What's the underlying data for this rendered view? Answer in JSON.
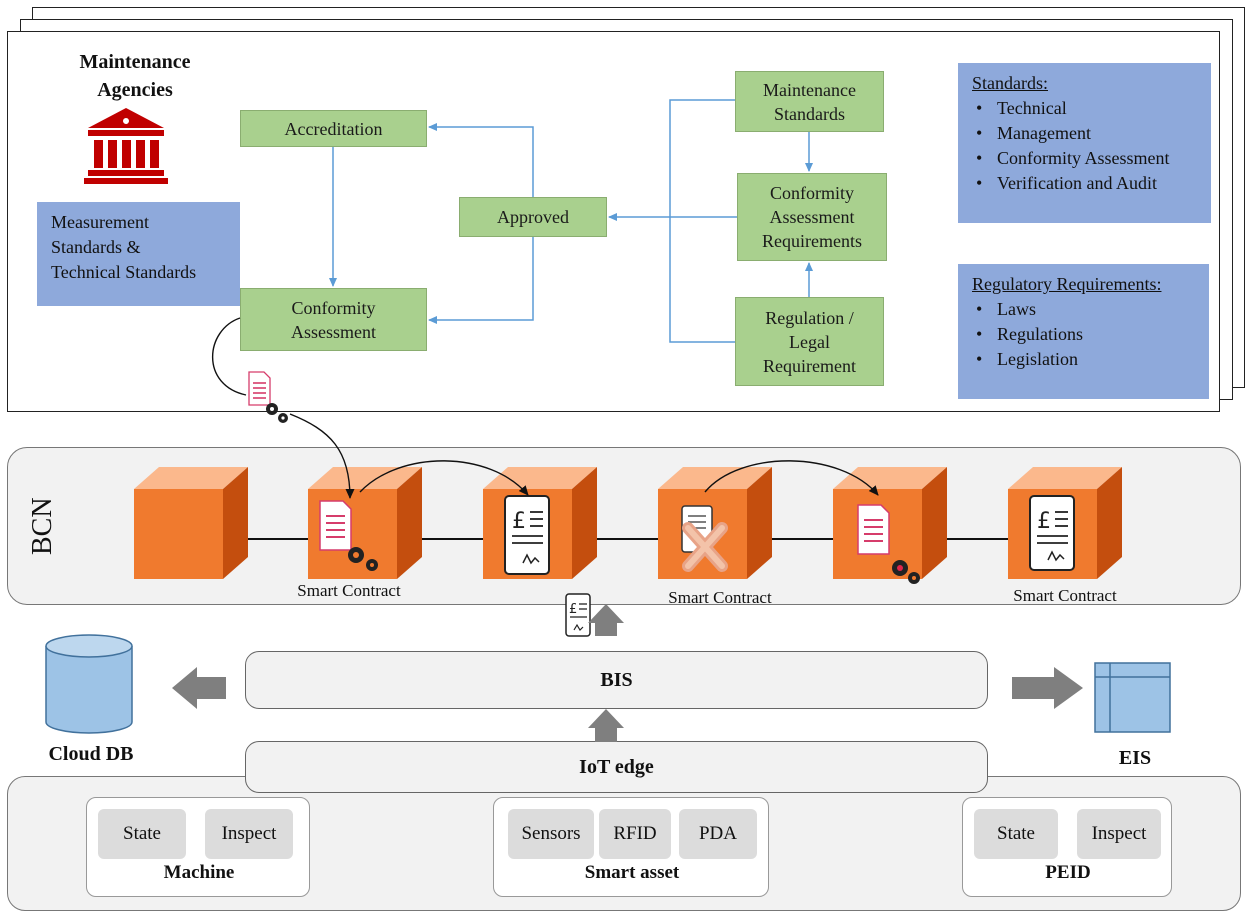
{
  "agency": {
    "title_line1": "Maintenance",
    "title_line2": "Agencies"
  },
  "notes": {
    "measurement": [
      "Measurement",
      "Standards &",
      "Technical Standards"
    ],
    "standards": {
      "heading": "Standards:",
      "items": [
        "Technical",
        "Management",
        "Conformity Assessment",
        "Verification and Audit"
      ]
    },
    "regulatory": {
      "heading": "Regulatory Requirements:",
      "items": [
        "Laws",
        "Regulations",
        "Legislation"
      ]
    }
  },
  "flow": {
    "accreditation": "Accreditation",
    "conformity_assessment": [
      "Conformity",
      "Assessment"
    ],
    "approved": "Approved",
    "maintenance_standards": [
      "Maintenance",
      "Standards"
    ],
    "conformity_requirements": [
      "Conformity",
      "Assessment",
      "Requirements"
    ],
    "regulation": [
      "Regulation /",
      "Legal",
      "Requirement"
    ]
  },
  "bcn": {
    "label": "BCN",
    "smart_contract_labels": [
      "Smart Contract",
      "Smart Contract",
      "Smart Contract"
    ]
  },
  "layers": {
    "bis": "BIS",
    "iot_edge": "IoT edge"
  },
  "side": {
    "cloud_db": "Cloud DB",
    "eis": "EIS"
  },
  "groups": {
    "machine": {
      "label": "Machine",
      "chips": [
        "State",
        "Inspect"
      ]
    },
    "smart_asset": {
      "label": "Smart asset",
      "chips": [
        "Sensors",
        "RFID",
        "PDA"
      ]
    },
    "peid": {
      "label": "PEID",
      "chips": [
        "State",
        "Inspect"
      ]
    }
  },
  "colors": {
    "green_box": "#a9d08e",
    "blue_note": "#8ea9db",
    "block_orange": "#f07a2e",
    "arrow_blue": "#5b9bd5",
    "icon_red": "#c00000"
  }
}
